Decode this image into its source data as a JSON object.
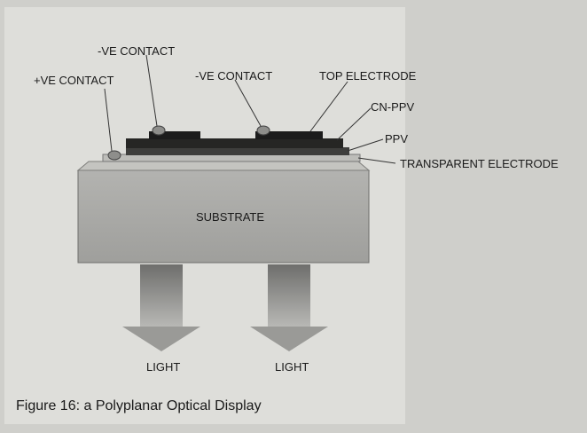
{
  "figure": {
    "caption": "Figure 16: a Polyplanar Optical Display",
    "labels": {
      "pos_contact": "+VE CONTACT",
      "neg_contact_left": "-VE CONTACT",
      "neg_contact_right": "-VE CONTACT",
      "top_electrode": "TOP ELECTRODE",
      "cn_ppv": "CN-PPV",
      "ppv": "PPV",
      "transparent_electrode": "TRANSPARENT ELECTRODE",
      "substrate": "SUBSTRATE",
      "light_left": "LIGHT",
      "light_right": "LIGHT"
    }
  },
  "colors": {
    "panel": "#dededa",
    "substrate": "#a9a9a6",
    "electrode_layers": "#2b2b2b",
    "ppv_layer": "#4a4a48",
    "arrow": "#8a8a88"
  }
}
